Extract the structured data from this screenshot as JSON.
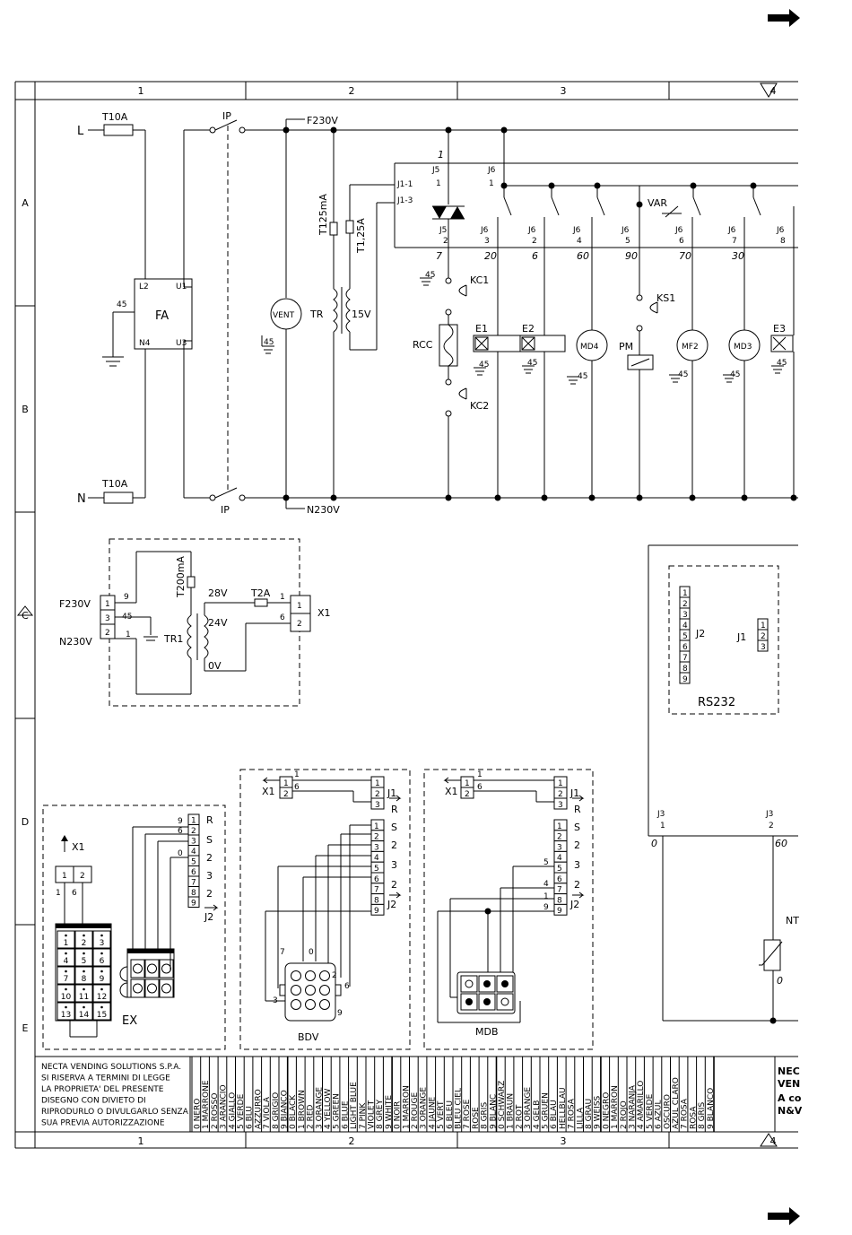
{
  "grid": {
    "columns": [
      "1",
      "2",
      "3",
      "4"
    ],
    "rows": [
      "A",
      "B",
      "C",
      "D",
      "E"
    ]
  },
  "power": {
    "line_label": "L",
    "neutral_label": "N",
    "fuse_top": "T10A",
    "fuse_bottom": "T10A",
    "switch_top": "IP",
    "switch_bottom": "IP",
    "f230v": "F230V",
    "n230v": "N230V"
  },
  "filter": {
    "label": "FA",
    "l2": "L2",
    "u1": "U1",
    "n4": "N4",
    "u3": "U3",
    "ground_wire": "45"
  },
  "transformer_main": {
    "fuse1": "T125mA",
    "fuse2": "T1,25A",
    "label": "TR",
    "secondary": "15V",
    "fan": "VENT",
    "fan_ground": "45"
  },
  "board": {
    "j5_top": "J5",
    "j5_pin1": "1",
    "j5_wire": "1",
    "j6_top": "J6",
    "j6_pin1": "1",
    "j1_1": "J1-1",
    "j1_3": "J1-3",
    "var": "VAR",
    "bottom_connectors": [
      {
        "name": "J5",
        "pin": "2",
        "wire": "7"
      },
      {
        "name": "J6",
        "pin": "3",
        "wire": "20"
      },
      {
        "name": "J6",
        "pin": "2",
        "wire": "6"
      },
      {
        "name": "J6",
        "pin": "4",
        "wire": "60"
      },
      {
        "name": "J6",
        "pin": "5",
        "wire": "90"
      },
      {
        "name": "J6",
        "pin": "6",
        "wire": "70"
      },
      {
        "name": "J6",
        "pin": "7",
        "wire": "30"
      },
      {
        "name": "J6",
        "pin": "8",
        "wire": ""
      }
    ]
  },
  "loads": {
    "kc1": "KC1",
    "kc2": "KC2",
    "rcc": "RCC",
    "ks1": "KS1",
    "pm": "PM",
    "e1": "E1",
    "e2": "E2",
    "e3": "E3",
    "md4": "MD4",
    "mf2": "MF2",
    "md3": "MD3",
    "ground": "45"
  },
  "aux_supply": {
    "f230v": "F230V",
    "n230v": "N230V",
    "fuse": "T200mA",
    "fuse2": "T2A",
    "v28": "28V",
    "v24": "24V",
    "v0": "0V",
    "tr": "TR1",
    "x1": "X1",
    "wires": [
      "9",
      "45",
      "1",
      "1",
      "6"
    ],
    "pins_left": [
      "1",
      "3",
      "2"
    ],
    "pins_right": [
      "1",
      "2"
    ]
  },
  "rs232": {
    "label": "RS232",
    "j2": "J2",
    "j1": "J1",
    "j2_pins": [
      "1",
      "2",
      "3",
      "4",
      "5",
      "6",
      "7",
      "8",
      "9"
    ],
    "j1_pins": [
      "1",
      "2",
      "3"
    ],
    "j3a": "J3",
    "j3a_pin": "1",
    "j3a_wire": "0",
    "j3b": "J3",
    "j3b_pin": "2",
    "j3b_wire": "60",
    "nt": "NT",
    "nt_wire": "0"
  },
  "ex": {
    "label": "EX",
    "x1": "X1",
    "x1_pins": [
      "1",
      "2"
    ],
    "wires": [
      "1",
      "6"
    ],
    "right_wires": [
      "9",
      "6",
      "0"
    ],
    "signals": [
      "R",
      "S",
      "2",
      "3",
      "2",
      "J2"
    ],
    "pins": [
      "1",
      "2",
      "3",
      "4",
      "5",
      "6",
      "7",
      "8",
      "9"
    ],
    "keypad": [
      "1",
      "2",
      "3",
      "4",
      "5",
      "6",
      "7",
      "8",
      "9",
      "10",
      "11",
      "12",
      "13",
      "14",
      "15"
    ]
  },
  "bdv": {
    "label": "BDV",
    "x1": "X1",
    "j1": "J1",
    "j2": "J2",
    "wires_top": [
      "1",
      "6"
    ],
    "j1_pins": [
      "1",
      "2",
      "3"
    ],
    "pins": [
      "1",
      "2",
      "3",
      "4",
      "5",
      "6",
      "7",
      "8",
      "9"
    ],
    "signals": [
      "R",
      "S",
      "2",
      "3",
      "2"
    ],
    "conn_labels": [
      "7",
      "0",
      "2",
      "6",
      "3",
      "9"
    ]
  },
  "mdb": {
    "label": "MDB",
    "x1": "X1",
    "j1": "J1",
    "j2": "J2",
    "wires_top": [
      "1",
      "6"
    ],
    "j1_pins": [
      "1",
      "2",
      "3"
    ],
    "pins": [
      "1",
      "2",
      "3",
      "4",
      "5",
      "6",
      "7",
      "8",
      "9"
    ],
    "signals": [
      "R",
      "S",
      "2",
      "3",
      "2"
    ],
    "wire_labels": [
      "5",
      "4",
      "1",
      "9"
    ]
  },
  "title_block": {
    "notice": [
      "NECTA VENDING SOLUTIONS S.P.A.",
      "SI RISERVA A TERMINI DI LEGGE",
      "LA PROPRIETA' DEL PRESENTE",
      "DISEGNO CON DIVIETO DI",
      "RIPRODURLO O DIVULGARLO SENZA",
      "SUA PREVIA AUTORIZZAZIONE"
    ],
    "company": [
      "NEC",
      "VEN",
      "A co",
      "N&V"
    ],
    "color_tables": [
      [
        "0 NERO",
        "1 MARRONE",
        "2 ROSSO",
        "3 ARANCIO",
        "4 GIALLO",
        "5 VERDE",
        "6 BLU",
        "  AZZURRO",
        "7 VIOLA",
        "8 GRIGIO",
        "9 BIANCO"
      ],
      [
        "0 BLACK",
        "1 BROWN",
        "2 RED",
        "3 ORANGE",
        "4 YELLOW",
        "5 GREEN",
        "6 BLUE",
        "  LIGHT BLUE",
        "7 PINK",
        "  VIOLET",
        "8 GREY",
        "9 WHITE"
      ],
      [
        "0 NOIR",
        "1 MARRON",
        "2 ROUGE",
        "3 ORANGE",
        "4 JAUNE",
        "5 VERT",
        "6 BLEU",
        "  BLEU CIEL",
        "7 ROSE",
        "  ROSE",
        "8 GRIS",
        "9 BLANC"
      ],
      [
        "0 SCHWARZ",
        "1 BRAUN",
        "2 ROT",
        "3 ORANGE",
        "4 GELB",
        "5 GRUEN",
        "6 BLAU",
        "  HELLBLAU",
        "7 ROSA",
        "  LILLA",
        "8 GRAU",
        "9 WEISS"
      ],
      [
        "0 NEGRO",
        "1 MARRON",
        "2 ROJO",
        "3 NARANJA",
        "4 AMARILLO",
        "5 VERDE",
        "6 AZUL",
        "  OSCURO",
        "  AZUL CLARO",
        "7 ROSA",
        "  ROSA",
        "8 GRIS",
        "9 BLANCO"
      ]
    ]
  }
}
